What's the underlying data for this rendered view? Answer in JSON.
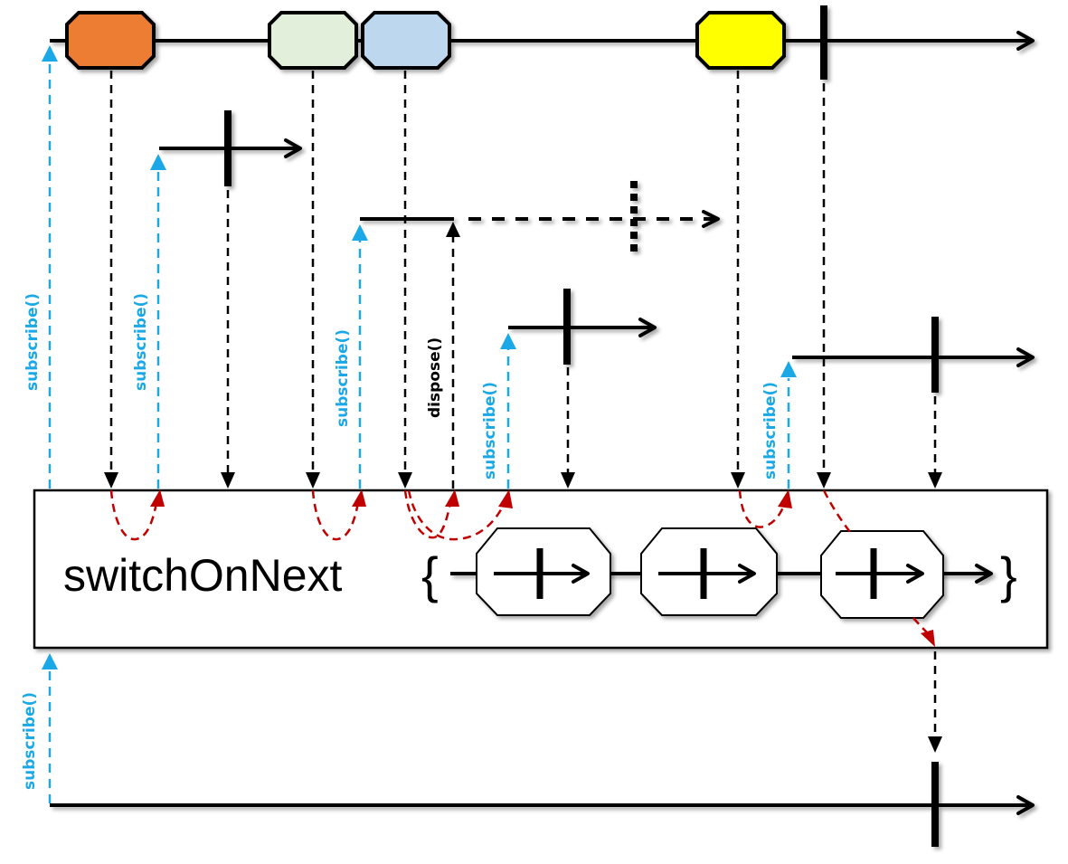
{
  "operator": {
    "name": "switchOnNext",
    "open_brace": "{",
    "close_brace": "}"
  },
  "labels": {
    "subscribe": "subscribe()",
    "dispose": "dispose()"
  },
  "colors": {
    "subscribe_arrow": "#1aa9e6",
    "internal_flow": "#c00000",
    "stroke": "#000000",
    "box_fill": "#ffffff"
  },
  "source_stream": {
    "emissions": [
      {
        "name": "orange-marble",
        "color": "#ed7d31"
      },
      {
        "name": "light-green-marble",
        "color": "#e2efda"
      },
      {
        "name": "light-blue-marble",
        "color": "#bdd7ee"
      },
      {
        "name": "yellow-marble",
        "color": "#ffff00"
      }
    ],
    "completes": true
  },
  "inner_streams": [
    {
      "name": "inner-stream-1",
      "subscribed": true,
      "completes": true,
      "disposed": false
    },
    {
      "name": "inner-stream-2",
      "subscribed": true,
      "completes": false,
      "disposed": true
    },
    {
      "name": "inner-stream-3",
      "subscribed": true,
      "completes": true,
      "disposed": false
    },
    {
      "name": "inner-stream-4",
      "subscribed": true,
      "completes": true,
      "disposed": false
    }
  ],
  "box_marbles": [
    {
      "name": "completed-stream-marble-1"
    },
    {
      "name": "completed-stream-marble-2"
    },
    {
      "name": "completed-stream-marble-3"
    }
  ],
  "output_stream": {
    "completes": true
  }
}
